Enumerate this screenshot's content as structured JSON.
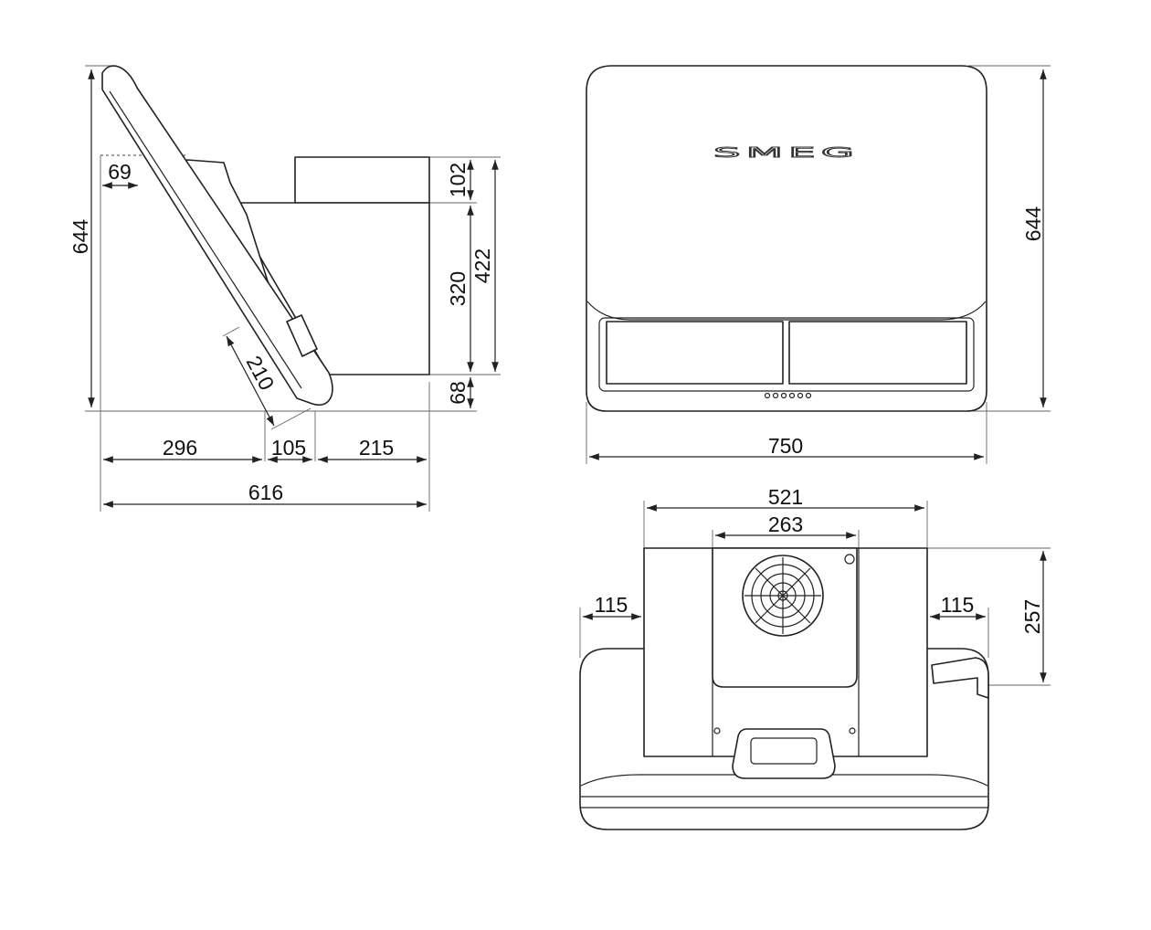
{
  "brand": "SMEG",
  "side_view": {
    "height_total": "644",
    "angle_offset": "69",
    "chimney_top": "102",
    "body_height": "320",
    "full_height": "422",
    "bottom_gap": "68",
    "panel_depth": "210",
    "depth_a": "296",
    "depth_b": "105",
    "depth_c": "215",
    "depth_total": "616"
  },
  "front_view": {
    "height": "644",
    "width": "750"
  },
  "top_view": {
    "outer_width": "521",
    "inner_width": "263",
    "left_offset": "115",
    "right_offset": "115",
    "depth": "257"
  }
}
